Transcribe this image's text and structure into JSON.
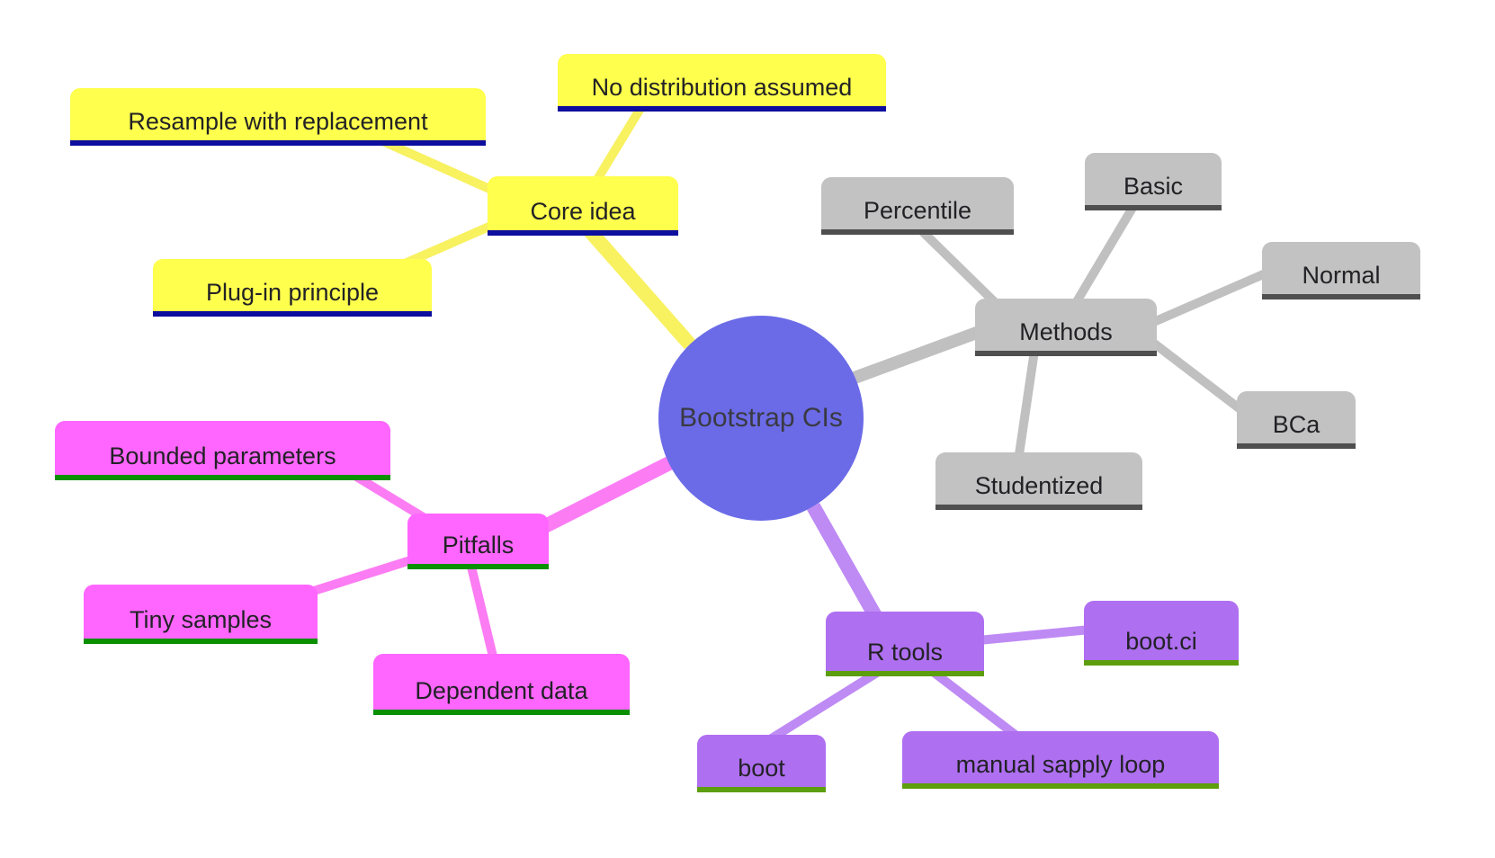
{
  "diagram_type": "mind-map",
  "center": {
    "label": "Bootstrap CIs"
  },
  "branches": {
    "core_idea": {
      "label": "Core idea",
      "children": {
        "resample": {
          "label": "Resample with replacement"
        },
        "no_dist": {
          "label": "No distribution assumed"
        },
        "plugin": {
          "label": "Plug-in principle"
        }
      }
    },
    "methods": {
      "label": "Methods",
      "children": {
        "percentile": {
          "label": "Percentile"
        },
        "basic": {
          "label": "Basic"
        },
        "normal": {
          "label": "Normal"
        },
        "bca": {
          "label": "BCa"
        },
        "studentized": {
          "label": "Studentized"
        }
      }
    },
    "pitfalls": {
      "label": "Pitfalls",
      "children": {
        "bounded": {
          "label": "Bounded parameters"
        },
        "tiny": {
          "label": "Tiny samples"
        },
        "dependent": {
          "label": "Dependent data"
        }
      }
    },
    "r_tools": {
      "label": "R tools",
      "children": {
        "bootci": {
          "label": "boot.ci"
        },
        "boot": {
          "label": "boot"
        },
        "manual": {
          "label": "manual sapply loop"
        }
      }
    }
  },
  "colors": {
    "center_fill": "#6B6BE8",
    "center_text": "#3A3A42",
    "node_text": "#222226",
    "core_idea": {
      "fill": "#FFFF4D",
      "connector": "#F8F160",
      "underline": "#0D0D9E"
    },
    "methods": {
      "fill": "#C2C2C2",
      "connector": "#C0C0C0",
      "underline": "#4F4F4F"
    },
    "pitfalls": {
      "fill": "#FF66FF",
      "connector": "#FC7CF4",
      "underline": "#0A8F00"
    },
    "r_tools": {
      "fill": "#AF6FF1",
      "connector": "#BE8AF4",
      "underline": "#5D9E0D"
    }
  }
}
